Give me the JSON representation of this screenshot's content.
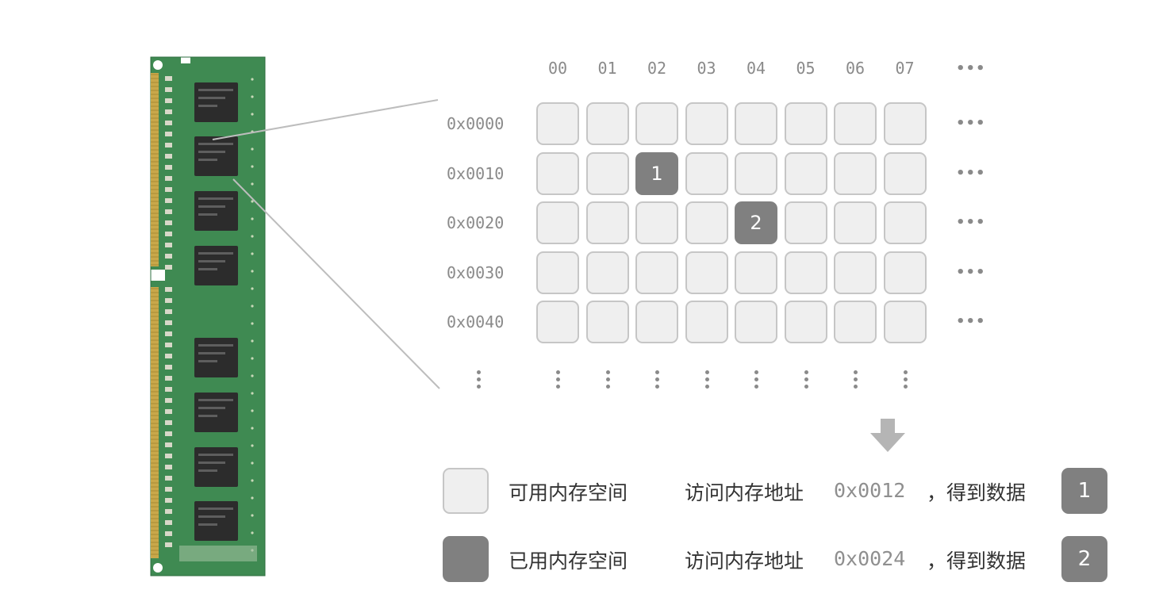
{
  "grid": {
    "column_labels": [
      "00",
      "01",
      "02",
      "03",
      "04",
      "05",
      "06",
      "07"
    ],
    "row_labels": [
      "0x0000",
      "0x0010",
      "0x0020",
      "0x0030",
      "0x0040"
    ],
    "ellipsis": "•••",
    "used_cells": [
      {
        "row": 1,
        "col": 2,
        "value": "1"
      },
      {
        "row": 2,
        "col": 4,
        "value": "2"
      }
    ]
  },
  "legend": {
    "free_label": "可用内存空间",
    "used_label": "已用内存空间"
  },
  "access": [
    {
      "prefix": "访问内存地址",
      "address": "0x0012",
      "suffix": "，得到数据",
      "value": "1"
    },
    {
      "prefix": "访问内存地址",
      "address": "0x0024",
      "suffix": "，得到数据",
      "value": "2"
    }
  ],
  "colors": {
    "free_cell": "#efefef",
    "used_cell": "#808080",
    "pcb_green": "#3f8a52",
    "gold_contacts": "#c9a84a"
  },
  "icons": {
    "arrow": "arrow-down-icon"
  }
}
